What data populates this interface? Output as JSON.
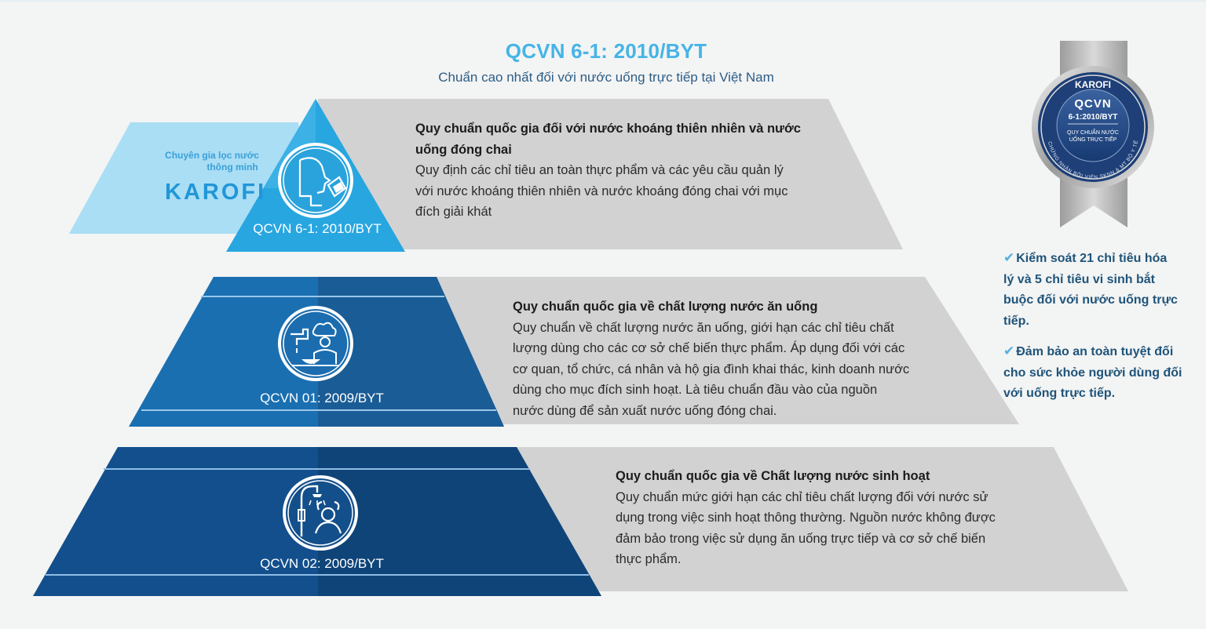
{
  "header": {
    "title": "QCVN 6-1: 2010/BYT",
    "subtitle": "Chuẩn cao nhất đối với nước uống trực tiếp tại Việt Nam"
  },
  "brand": {
    "tagline_1": "Chuyên gia lọc nước",
    "tagline_2": "thông minh",
    "logo": "KAROFI"
  },
  "levels": [
    {
      "label": "QCVN 6-1: 2010/BYT",
      "icon": "drinking-person-icon",
      "title_1": "Quy chuẩn quốc gia đối với nước khoáng thiên nhiên và nước",
      "title_2": "uống đóng chai",
      "desc": [
        "Quy định các chỉ tiêu an toàn thực phẩm và các yêu cầu quản lý",
        "với nước khoáng thiên nhiên và nước khoáng đóng chai với mục",
        "đích giải khát"
      ]
    },
    {
      "label": "QCVN 01: 2009/BYT",
      "icon": "faucet-chef-icon",
      "title_1": "Quy chuẩn quốc gia về chất lượng nước ăn uống",
      "desc": [
        "Quy chuẩn về chất lượng nước ăn uống, giới hạn các chỉ tiêu chất",
        "lượng dùng cho các cơ sở chế biến thực phẩm. Áp dụng đối với các",
        "cơ quan, tổ chức, cá nhân và hộ gia đình khai thác, kinh doanh nước",
        "dùng cho mục đích sinh hoạt. Là tiêu chuẩn đầu vào của nguồn",
        "nước dùng để sản xuất nước uống đóng chai."
      ]
    },
    {
      "label": "QCVN 02: 2009/BYT",
      "icon": "shower-person-icon",
      "title_1": "Quy chuẩn quốc gia về Chất lượng nước sinh hoạt",
      "desc": [
        "Quy chuẩn mức giới hạn các chỉ tiêu chất lượng đối với nước sử",
        "dụng trong việc sinh hoạt thông thường. Nguồn nước không được",
        "đảm bảo trong việc sử dụng ăn uống trực tiếp và cơ sở chế biến",
        "thực phẩm."
      ]
    }
  ],
  "badge": {
    "brand": "KAROFI",
    "line_1": "QCVN",
    "line_2": "6-1:2010/BYT",
    "line_3": "QUY CHUẨN NƯỚC",
    "line_4": "UỐNG TRỰC TIẾP",
    "ring_text": "CHỨNG NHẬN BỞI VIỆN SKNN & MT BỘ Y TẾ"
  },
  "checks": [
    [
      "Kiểm soát 21 chỉ tiêu hóa",
      "lý và 5 chỉ tiêu vi sinh bắt",
      "buộc đối với nước uống trực",
      "tiếp."
    ],
    [
      "Đảm bảo an toàn tuyệt đối",
      "cho sức khỏe người dùng đối",
      "với uống trực tiếp."
    ]
  ],
  "colors": {
    "title_blue": "#45b4e6",
    "light_blue": "#a9def5",
    "tier1_blue": "#28a6e0",
    "tier2_blue": "#1a6fb1",
    "tier3_blue": "#124f8c",
    "grey": "#d2d2d2",
    "navy_text": "#1f5479"
  }
}
